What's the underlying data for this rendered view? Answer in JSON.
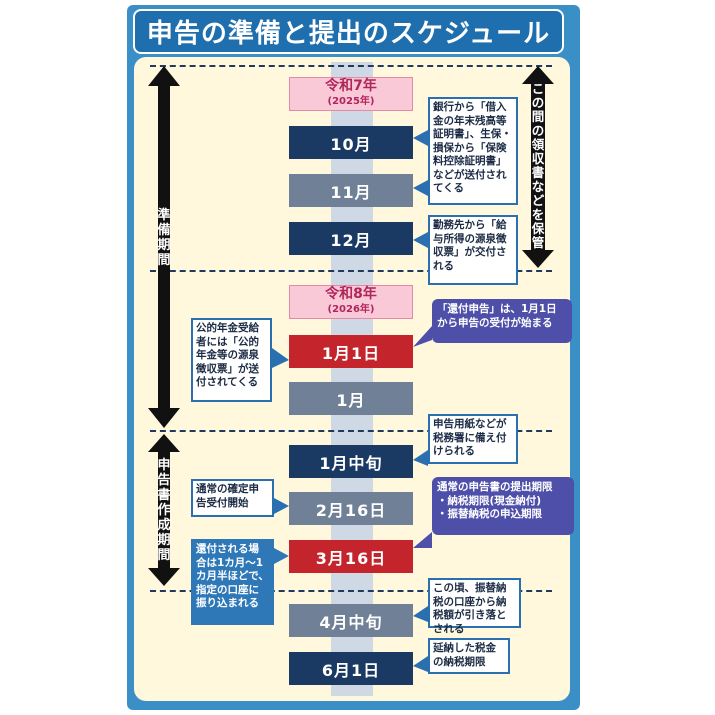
{
  "title": "申告の準備と提出のスケジュール",
  "colors": {
    "navy": "#1b3a63",
    "gray": "#6f8097",
    "red": "#c4242b",
    "pink": "#f9c9d8",
    "header_blue": "#1f6fae",
    "note_blue": "#2f78b8",
    "note_purple": "#4e4fa9",
    "panel_cream": "#fff8dc"
  },
  "years": [
    {
      "line1": "令和7年",
      "line2": "(2025年)"
    },
    {
      "line1": "令和8年",
      "line2": "(2026年)"
    }
  ],
  "months": [
    "10月",
    "11月",
    "12月",
    "1月1日",
    "1月",
    "1月中旬",
    "2月16日",
    "3月16日",
    "4月中旬",
    "6月1日"
  ],
  "periods": {
    "preparation": "準備期間",
    "creation": "申告書作成期間",
    "keep_receipts": "この間の領収書などを保管"
  },
  "notes": {
    "insurance_certificates": "銀行から「借入金の年末残高等証明書」、生保・損保から「保険料控除証明書」などが送付されてくる",
    "withholding_slip": "勤務先から「給与所得の源泉徴収票」が交付される",
    "refund_start": "「還付申告」は、1月1日から申告の受付が始まる",
    "pension_slip": "公的年金受給者には「公的年金等の源泉徴収票」が送付されてくる",
    "forms_ready": "申告用紙などが税務署に備え付けられる",
    "filing_start": "通常の確定申告受付開始",
    "deadline": "通常の申告書の提出期限\n・納税期限(現金納付)\n・振替納税の申込期限",
    "refund_timing": "還付される場合は1カ月～1カ月半ほどで、指定の口座に振り込まれる",
    "debit": "この頃、振替納税の口座から納税額が引き落とされる",
    "extended_deadline": "延納した税金の納税期限"
  }
}
